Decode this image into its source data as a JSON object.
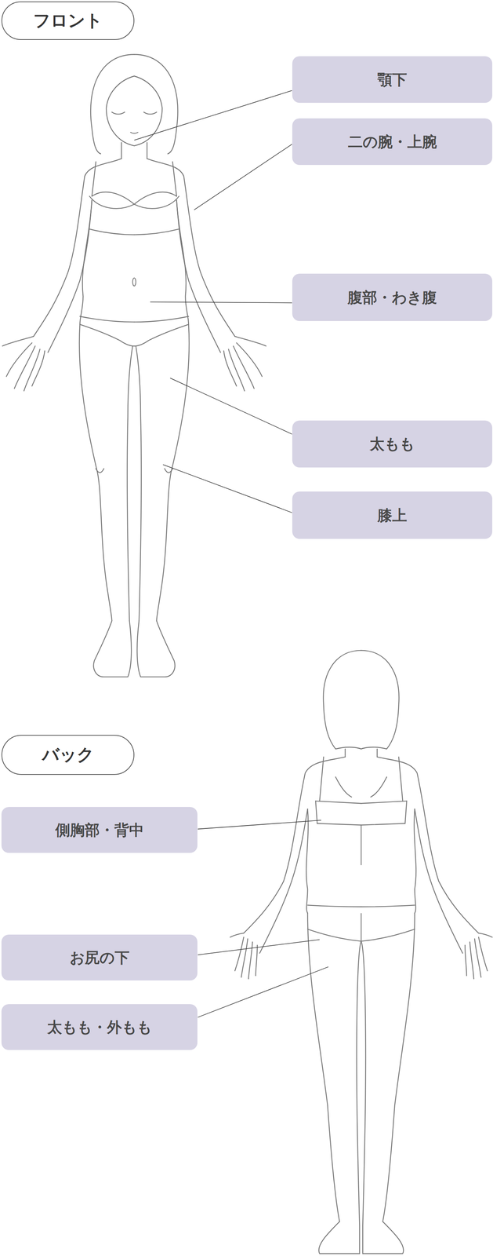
{
  "diagram": {
    "nodes": [
      {
        "text": [
          "フロント"
        ]
      },
      {
        "text": [
          "顎下"
        ]
      },
      {
        "text": [
          "二の腕・上腕"
        ]
      },
      {
        "text": [
          "腹部・わき腹"
        ]
      },
      {
        "text": [
          "太もも"
        ]
      },
      {
        "text": [
          "膝上"
        ]
      },
      {
        "text": [
          "バック"
        ]
      },
      {
        "text": [
          "側胸部・背中"
        ]
      },
      {
        "text": [
          "お尻の下"
        ]
      },
      {
        "text": [
          "太もも・外もも"
        ]
      }
    ]
  }
}
